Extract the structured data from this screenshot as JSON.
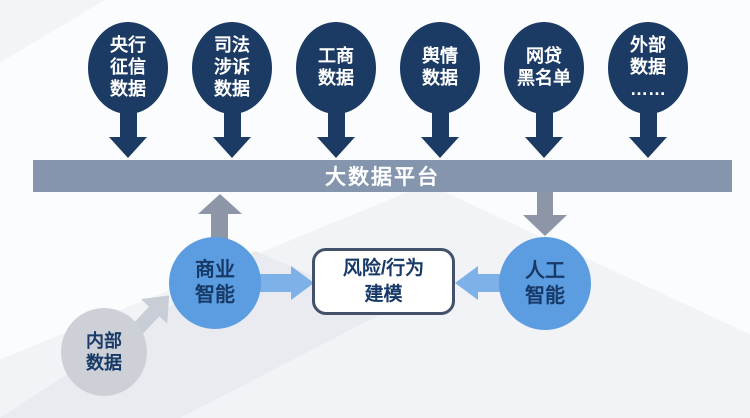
{
  "sources": [
    {
      "label": "央行\n征信\n数据"
    },
    {
      "label": "司法\n涉诉\n数据"
    },
    {
      "label": "工商\n数据"
    },
    {
      "label": "舆情\n数据"
    },
    {
      "label": "网贷\n黑名单"
    },
    {
      "label": "外部\n数据\n……"
    }
  ],
  "platform": {
    "label": "大数据平台"
  },
  "nodes": {
    "business_intelligence": {
      "label": "商业\n智能"
    },
    "artificial_intelligence": {
      "label": "人工\n智能"
    },
    "risk_modeling": {
      "label": "风险/行为\n建模"
    },
    "internal_data": {
      "label": "内部\n数据"
    }
  },
  "colors": {
    "source_navy": "#1b3a64",
    "platform_bar": "#8495ad",
    "node_blue": "#5b9de0",
    "arrow_blue": "#7db1e8",
    "arrow_gray": "#8c96a6",
    "internal_gray": "#cdd0d6",
    "diagonal_arrow_gray": "#c9cdd5",
    "text_navy": "#173a68",
    "box_border": "#44516b"
  }
}
